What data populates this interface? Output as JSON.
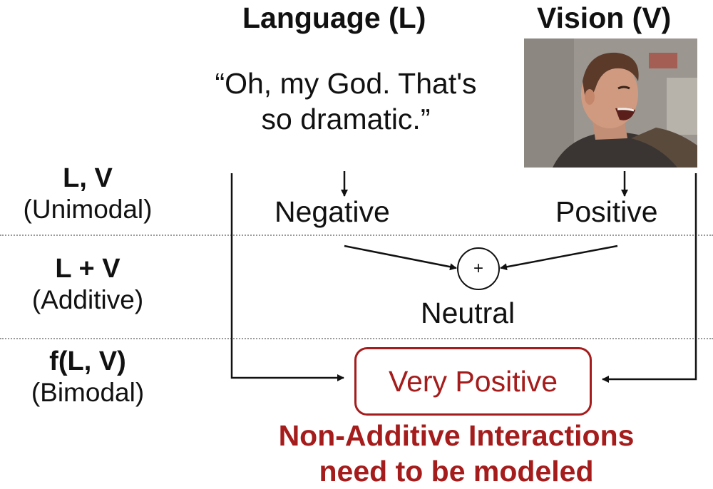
{
  "headers": {
    "language": "Language (L)",
    "vision": "Vision (V)"
  },
  "quote": {
    "line1": "“Oh, my God. That's",
    "line2": "so dramatic.”"
  },
  "rows": [
    {
      "title": "L, V",
      "subtitle": "(Unimodal)"
    },
    {
      "title": "L + V",
      "subtitle": "(Additive)"
    },
    {
      "title": "f(L, V)",
      "subtitle": "(Bimodal)"
    }
  ],
  "labels": {
    "language_sentiment": "Negative",
    "vision_sentiment": "Positive",
    "combine_symbol": "+",
    "additive_result": "Neutral",
    "bimodal_result": "Very Positive"
  },
  "conclusion": {
    "line1": "Non-Additive Interactions",
    "line2": "need to be modeled"
  },
  "colors": {
    "accent": "#a51c1c",
    "text": "#111111",
    "divider": "#9a9a9a"
  }
}
